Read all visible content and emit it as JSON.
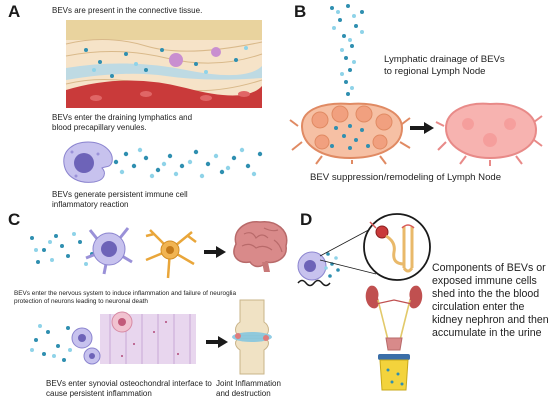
{
  "panels": {
    "a": {
      "letter": "A",
      "caption1": "BEVs are present in the connective tissue.",
      "caption2_line1": "BEVs enter the draining lymphatics and",
      "caption2_line2": "blood precapillary venules.",
      "caption3_line1": "BEVs generate persistent immune cell",
      "caption3_line2": "inflammatory reaction"
    },
    "b": {
      "letter": "B",
      "caption1_line1": "Lymphatic drainage of BEVs",
      "caption1_line2": "to regional Lymph Node",
      "caption2": "BEV suppression/remodeling of Lymph Node"
    },
    "c": {
      "letter": "C",
      "caption1_line1": "BEVs enter the nervous system to induce inflammation and failure of neuroglia",
      "caption1_line2": "protection of neurons leading to neuronal death",
      "caption2_line1": "BEVs enter synovial osteochondral interface to",
      "caption2_line2": "cause persistent inflammation",
      "caption3_line1": "Joint Inflammation",
      "caption3_line2": "and destruction"
    },
    "d": {
      "letter": "D",
      "caption_line1": "Components of BEVs or",
      "caption_line2": "exposed immune cells",
      "caption_line3": "shed into the the blood",
      "caption_line4": "circulation enter the",
      "caption_line5": "kidney nephron and then",
      "caption_line6": "accumulate in the urine"
    }
  },
  "colors": {
    "bev_dark": "#2f8fb0",
    "bev_light": "#8fd3e8",
    "lymph_node": "#f1a07f",
    "lymph_node_remodeled": "#f7b3b0",
    "immune_cell": "#b9b4e6",
    "neuron": "#e9a63a",
    "brain": "#d98a8a",
    "urine": "#f3d33c"
  },
  "icons": [
    "arrow-right-icon",
    "brain-icon",
    "knee-joint-icon",
    "kidney-icon",
    "bladder-icon",
    "urine-cup-icon",
    "lymph-node-icon",
    "immune-cell-icon",
    "neuron-icon"
  ]
}
